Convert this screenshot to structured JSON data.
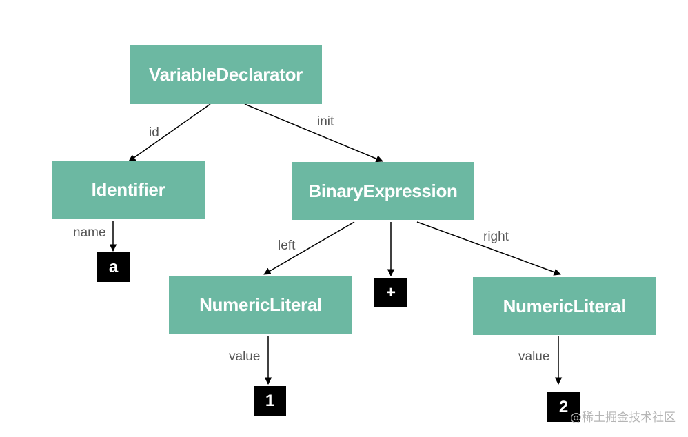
{
  "nodes": {
    "variable_declarator": "VariableDeclarator",
    "identifier": "Identifier",
    "binary_expression": "BinaryExpression",
    "numeric_literal_left": "NumericLiteral",
    "numeric_literal_right": "NumericLiteral"
  },
  "leaves": {
    "name_value": "a",
    "operator": "+",
    "left_value": "1",
    "right_value": "2"
  },
  "edge_labels": {
    "id": "id",
    "init": "init",
    "name": "name",
    "left": "left",
    "right": "right",
    "value_left": "value",
    "value_right": "value"
  },
  "watermark": "@稀土掘金技术社区",
  "colors": {
    "node_fill": "#6cb8a2",
    "leaf_fill": "#000000",
    "edge": "#000000",
    "label": "#555555"
  }
}
